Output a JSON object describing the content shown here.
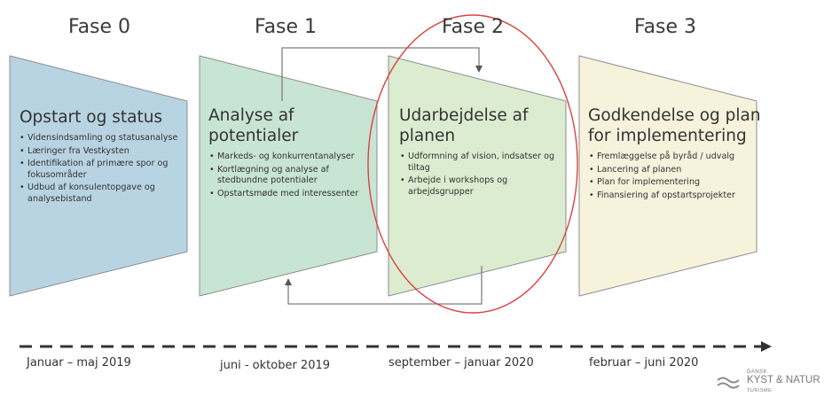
{
  "phases": [
    {
      "label": "Fase 0",
      "title": [
        "Opstart og status"
      ],
      "bullets": [
        "Vidensindsamling og statusanalyse",
        "Læringer fra Vestkysten",
        "Identifikation af primære spor og fokusområder",
        "Udbud af konsulentopgave og analysebistand"
      ],
      "fill": "#b8d4e3",
      "period": "Januar – maj 2019"
    },
    {
      "label": "Fase 1",
      "title": [
        "Analyse af",
        "potentialer"
      ],
      "bullets": [
        "Markeds- og konkurrentanalyser",
        "Kortlægning og analyse af stedbundne potentialer",
        "Opstartsmøde med interessenter"
      ],
      "fill": "#c8e4d3",
      "period": "juni - oktober 2019"
    },
    {
      "label": "Fase 2",
      "title": [
        "Udarbejdelse af",
        "planen"
      ],
      "bullets": [
        "Udformning af vision, indsatser og tiltag",
        "Arbejde i workshops og arbejdsgrupper"
      ],
      "fill": "#dcecd0",
      "period": "september – januar 2020"
    },
    {
      "label": "Fase 3",
      "title": [
        "Godkendelse og plan",
        "for implementering"
      ],
      "bullets": [
        "Fremlæggelse på byråd / udvalg",
        "Lancering af planen",
        "Plan for implementering",
        "Finansiering af opstartsprojekter"
      ],
      "fill": "#f6f2dc",
      "period": "februar – juni 2020"
    }
  ],
  "colors": {
    "shape_stroke": "#8c8c8c",
    "highlight_ellipse": "#d9443f",
    "loop_arrow": "#7f7f7f",
    "timeline": "#333333"
  },
  "highlighted_phase": "Fase 2",
  "logo": {
    "line1": "DANSK",
    "line2": "KYST & NATUR",
    "line3": "TURISME"
  }
}
